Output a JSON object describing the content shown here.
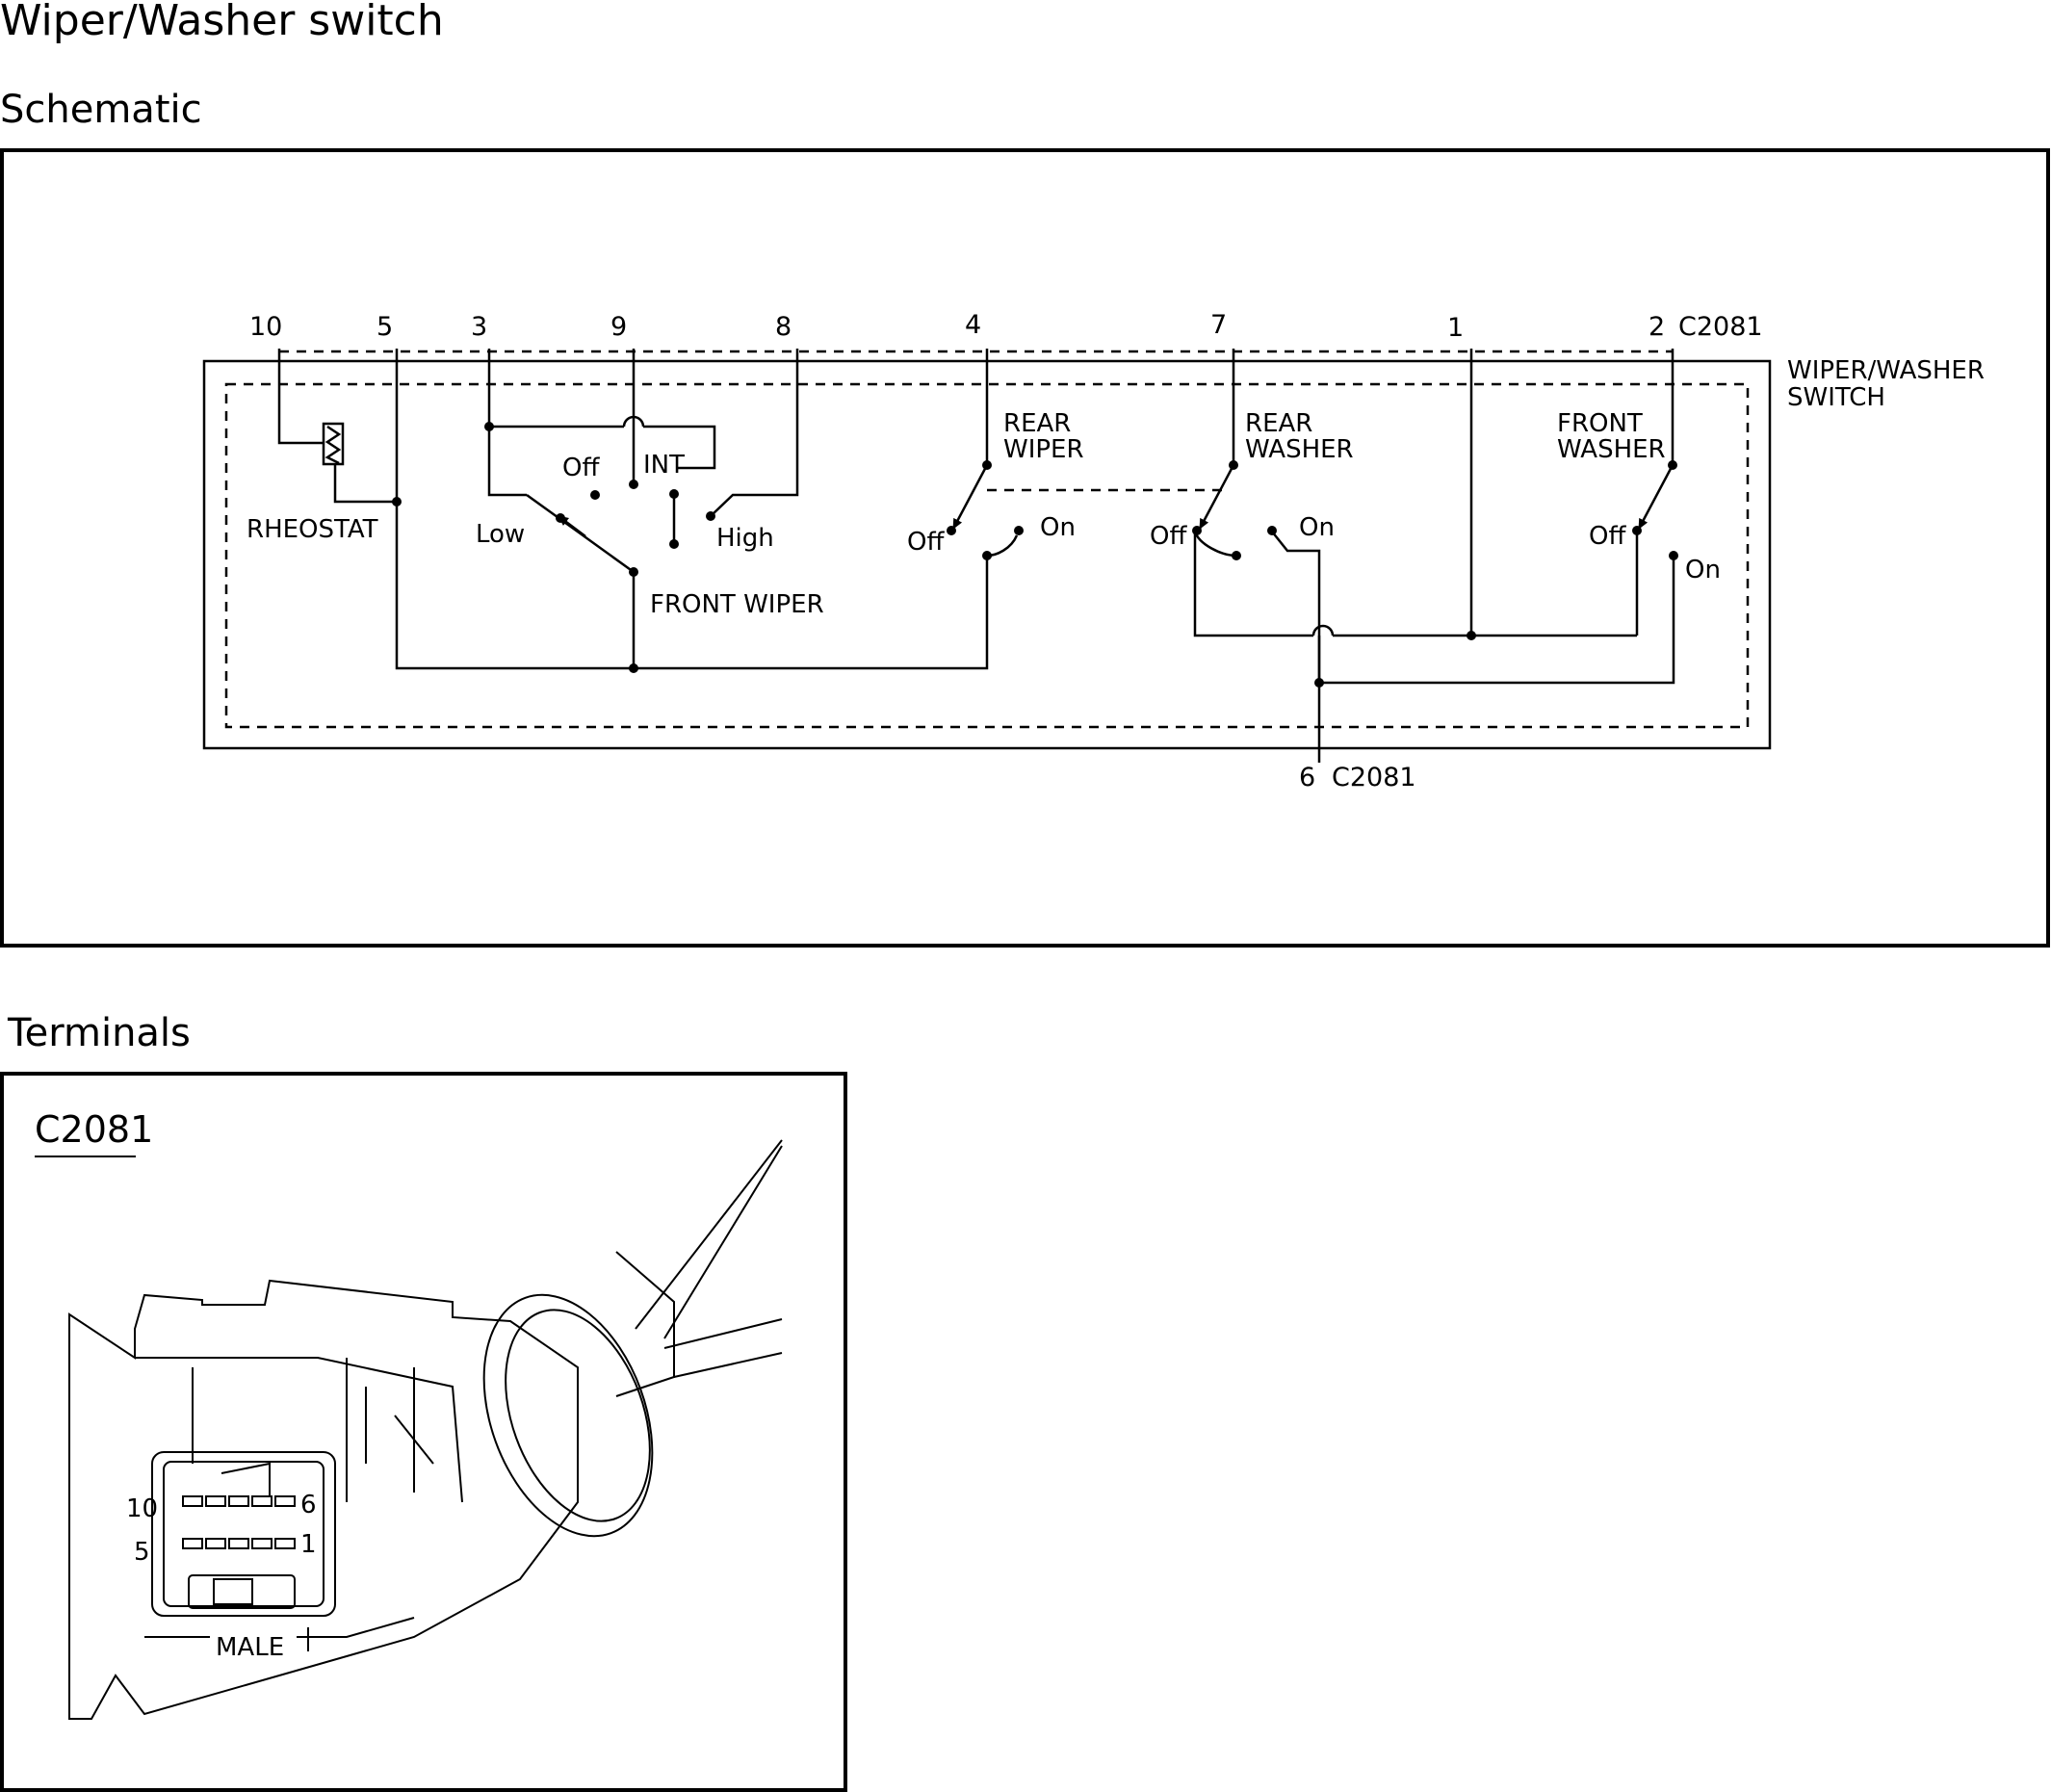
{
  "page_title": "Wiper/Washer switch",
  "schematic": {
    "heading": "Schematic",
    "component_label_line1": "WIPER/WASHER",
    "component_label_line2": "SWITCH",
    "connector": "C2081",
    "pins": {
      "p10": "10",
      "p5": "5",
      "p3": "3",
      "p9": "9",
      "p8": "8",
      "p4": "4",
      "p7": "7",
      "p1": "1",
      "p2": "2",
      "p6": "6"
    },
    "labels": {
      "rheostat": "RHEOSTAT",
      "front_wiper": "FRONT WIPER",
      "rear_wiper_1": "REAR",
      "rear_wiper_2": "WIPER",
      "rear_washer_1": "REAR",
      "rear_washer_2": "WASHER",
      "front_washer_1": "FRONT",
      "front_washer_2": "WASHER",
      "off": "Off",
      "int": "INT",
      "low": "Low",
      "high": "High",
      "on": "On"
    }
  },
  "terminals": {
    "heading": "Terminals",
    "connector_title": "C2081",
    "pin_labels": {
      "top_left": "10",
      "top_right": "6",
      "bottom_left": "5",
      "bottom_right": "1"
    },
    "gender": "MALE"
  }
}
